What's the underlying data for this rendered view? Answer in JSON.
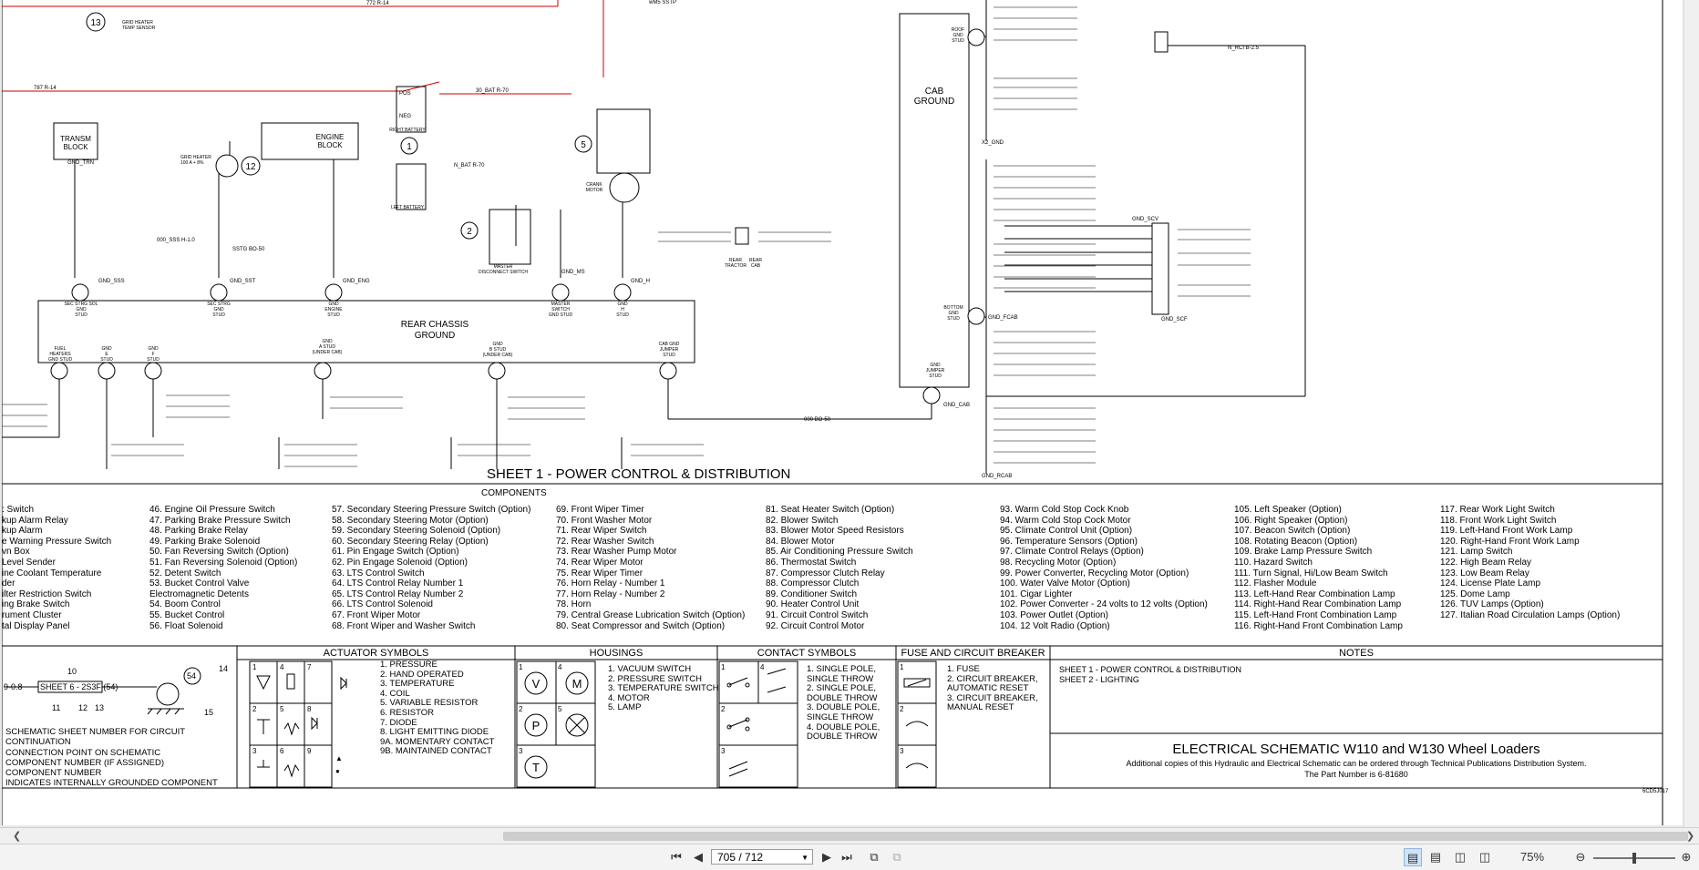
{
  "drawing": {
    "sheet_title": "SHEET 1 - POWER CONTROL & DISTRIBUTION",
    "components_heading": "COMPONENTS",
    "labels": {
      "cab_ground": "CAB\nGROUND",
      "rear_chassis_ground": "REAR CHASSIS\nGROUND",
      "transm_block": "TRANSM\nBLOCK",
      "engine_block": "ENGINE\nBLOCK",
      "right_battery": "RIGHT BATTERY",
      "left_battery": "LEFT BATTERY",
      "master_disconnect": "MASTER\nDISCONNECT SWITCH",
      "crank_motor": "CRANK\nMOTOR",
      "grid_heater": "GRID HEATER\nTEMP SENSOR",
      "rear_tractor": "REAR\nTRACTOR",
      "rear_cab": "REAR\nCAB",
      "roof_gnd_stud": "ROOF\nGND\nSTUD",
      "bottom_gnd_stud": "BOTTOM\nGND\nSTUD",
      "gnd_jumper_stud": "GND\nJUMPER\nSTUD",
      "cab_gnd_jumper_stud": "CAB GND\nJUMPER\nSTUD",
      "fuel_heaters": "FUEL\nHEATERS\nGND STUD",
      "sec_strg_sol": "SEC STRG SOL\nGND\nSTUD",
      "sec_strg": "SEC STRG\nGND\nSTUD",
      "gnd_engine": "GND\nENGINE\nSTUD",
      "master_switch_gnd": "MASTER\nSWITCH\nGND STUD",
      "gnd_h": "GND\nH\nSTUD",
      "gnd_a": "GND\nA STUD\n(UNDER CAB)",
      "gnd_b": "GND\nB STUD\n(UNDER CAB)",
      "gnd_e": "GND\nE\nSTUD",
      "gnd_f": "GND\nF\nSTUD",
      "pos": "POS",
      "neg": "NEG",
      "grid_heater_stud": "GRID HEATER\n100 A + 8%"
    },
    "wire_labels": {
      "top_r14": "772  R-14",
      "top_sstp": "wM5  SSTP",
      "r787": "787  R-14",
      "bat_r70": "30_BAT  R-70",
      "bat2_r70": "N_BAT  R-70",
      "sss": "000_SSS  H-1.0",
      "sstg": "SSTG  BO-50",
      "rci": "N_RCI  B-2.5",
      "cab_bo50": "000  BO-50",
      "gnd_trn": "GND_TRN",
      "gnd_sss": "GND_SSS",
      "gnd_sst": "GND_SST",
      "gnd_enc": "GND_ENG",
      "gnd_ms": "GND_MS",
      "gnd_h2": "GND_H",
      "gnd_fcab": "GND_FCAB",
      "gnd_cab": "GND_CAB",
      "gnd_scv": "GND_SCV",
      "gnd_scf": "GND_SCF",
      "x2_gnd": "X2_GND",
      "gnd_rcab": "GND_RCAB"
    },
    "callouts": [
      "13",
      "12",
      "1",
      "2",
      "5"
    ],
    "components": [
      [
        ": Switch",
        "kup Alarm Relay",
        "kup Alarm",
        "e Warning Pressure Switch",
        "vn Box",
        "Level Sender",
        "ine Coolant Temperature",
        "der",
        "ilter Restriction Switch",
        "ing Brake Switch",
        "rument Cluster",
        "tal Display Panel"
      ],
      [
        "46.  Engine Oil Pressure Switch",
        "47.  Parking Brake Pressure Switch",
        "48.  Parking Brake Relay",
        "49.  Parking Brake Solenoid",
        "50.  Fan Reversing Switch (Option)",
        "51.  Fan Reversing Solenoid (Option)",
        "52.  Detent Switch",
        "53.  Bucket Control Valve",
        "       Electromagnetic Detents",
        "54.  Boom Control",
        "55.  Bucket Control",
        "56.  Float Solenoid"
      ],
      [
        "57.  Secondary Steering Pressure Switch (Option)",
        "58.  Secondary Steering Motor (Option)",
        "59.  Secondary Steering Solenoid (Option)",
        "60.  Secondary Steering Relay (Option)",
        "61.  Pin Engage Switch (Option)",
        "62.  Pin Engage Solenoid (Option)",
        "63.  LTS Control Switch",
        "64.  LTS Control Relay Number 1",
        "65.  LTS Control Relay Number 2",
        "66.  LTS Control Solenoid",
        "67.  Front Wiper Motor",
        "68.  Front Wiper and Washer Switch"
      ],
      [
        "69.  Front Wiper Timer",
        "70.  Front Washer Motor",
        "71.  Rear Wiper Switch",
        "72.  Rear Washer Switch",
        "73.  Rear Washer Pump Motor",
        "74.  Rear Wiper Motor",
        "75.  Rear Wiper Timer",
        "76.  Horn Relay - Number 1",
        "77.  Horn Relay - Number 2",
        "78.  Horn",
        "79.  Central Grease Lubrication Switch (Option)",
        "80.  Seat Compressor and Switch (Option)"
      ],
      [
        "81.  Seat Heater Switch (Option)",
        "82.  Blower Switch",
        "83.  Blower Motor Speed Resistors",
        "84.  Blower Motor",
        "85.  Air Conditioning Pressure Switch",
        "86.  Thermostat Switch",
        "87.  Compressor Clutch Relay",
        "88.  Compressor Clutch",
        "89.  Conditioner Switch",
        "90.  Heater Control Unit",
        "91.  Circuit Control Switch",
        "92.  Circuit Control Motor"
      ],
      [
        "93.  Warm Cold Stop Cock Knob",
        "94.  Warm Cold Stop Cock Motor",
        "95.  Climate Control Unit (Option)",
        "96.  Temperature Sensors (Option)",
        "97.  Climate Control Relays (Option)",
        "98.  Recycling Motor (Option)",
        "99.  Power Converter, Recycling Motor (Option)",
        "100.  Water Valve Motor (Option)",
        "101.  Cigar Lighter",
        "102.  Power Converter - 24 volts to 12 volts (Option)",
        "103.  Power Outlet (Option)",
        "104.  12 Volt Radio (Option)"
      ],
      [
        "105.  Left Speaker (Option)",
        "106.  Right Speaker (Option)",
        "107.  Beacon Switch (Option)",
        "108.  Rotating Beacon (Option)",
        "109.  Brake Lamp Pressure Switch",
        "110.  Hazard Switch",
        "111.  Turn Signal, Hi/Low Beam Switch",
        "112.  Flasher Module",
        "113.  Left-Hand Rear Combination Lamp",
        "114.  Right-Hand Rear Combination Lamp",
        "115.  Left-Hand Front Combination Lamp",
        "116.  Right-Hand Front Combination Lamp"
      ],
      [
        "117.  Rear Work Light Switch",
        "118.  Front Work Light Switch",
        "119.  Left-Hand Front Work Lamp",
        "120.  Right-Hand Front Work Lamp",
        "121.  Lamp Switch",
        "122.  High Beam Relay",
        "123.  Low Beam Relay",
        "124.  License Plate Lamp",
        "125.  Dome Lamp",
        "126.  TUV Lamps (Option)",
        "127.  Italian Road Circulation Lamps (Option)"
      ]
    ],
    "legend": {
      "lines": [
        "SCHEMATIC SHEET NUMBER FOR CIRCUIT",
        "CONTINUATION",
        "CONNECTION POINT ON SCHEMATIC",
        "COMPONENT NUMBER (IF ASSIGNED)",
        "COMPONENT NUMBER",
        "INDICATES INTERNALLY GROUNDED COMPONENT"
      ],
      "sheet_ref": "SHEET 6 - 2S3F (54)",
      "nums": [
        "10",
        "11",
        "12",
        "13",
        "14",
        "15",
        "54"
      ],
      "wire_left": "9-0.8"
    },
    "actuator": {
      "title": "ACTUATOR SYMBOLS",
      "items": [
        "1.  PRESSURE",
        "2.  HAND OPERATED",
        "3.  TEMPERATURE",
        "4.  COIL",
        "5.  VARIABLE RESISTOR",
        "6.  RESISTOR",
        "7.  DIODE",
        "8.  LIGHT EMITTING DIODE",
        "9A.  MOMENTARY CONTACT",
        "9B.  MAINTAINED CONTACT"
      ]
    },
    "housings": {
      "title": "HOUSINGS",
      "items": [
        "1.  VACUUM SWITCH",
        "2.  PRESSURE SWITCH",
        "3.  TEMPERATURE SWITCH",
        "4.  MOTOR",
        "5.  LAMP"
      ],
      "glyphs": [
        "V",
        "M",
        "P",
        "",
        "T"
      ]
    },
    "contact": {
      "title": "CONTACT SYMBOLS",
      "items": [
        "1.  SINGLE POLE,",
        "     SINGLE THROW",
        "2.  SINGLE POLE,",
        "     DOUBLE THROW",
        "3.  DOUBLE POLE,",
        "     SINGLE THROW",
        "4.  DOUBLE POLE,",
        "     DOUBLE THROW"
      ]
    },
    "fuse": {
      "title": "FUSE AND CIRCUIT BREAKER",
      "items": [
        "1.  FUSE",
        "2.  CIRCUIT BREAKER,",
        "     AUTOMATIC RESET",
        "3.  CIRCUIT BREAKER,",
        "     MANUAL RESET"
      ]
    },
    "notes": {
      "title": "NOTES",
      "items": [
        "SHEET 1 - POWER CONTROL & DISTRIBUTION",
        "SHEET 2 - LIGHTING"
      ]
    },
    "title_block": {
      "title": "ELECTRICAL SCHEMATIC W110 and W130 Wheel Loaders",
      "line1": "Additional copies of this Hydraulic and Electrical Schematic can be ordered through Technical Publications Distribution System.",
      "line2": "The Part Number is 6-81680",
      "code": "6CD5J017"
    },
    "sym_nums": [
      "1",
      "2",
      "3",
      "4",
      "5",
      "6",
      "7",
      "8",
      "9"
    ]
  },
  "viewer": {
    "page_field": "705 / 712",
    "zoom": "75%",
    "icons": [
      "first-page-icon",
      "prev-page-icon",
      "next-page-icon",
      "last-page-icon",
      "fit-icon",
      "single-page-icon",
      "continuous-icon",
      "two-page-icon",
      "two-page-continuous-icon",
      "zoom-out-icon",
      "zoom-in-icon"
    ],
    "zoom_slider_fraction": 0.5
  }
}
